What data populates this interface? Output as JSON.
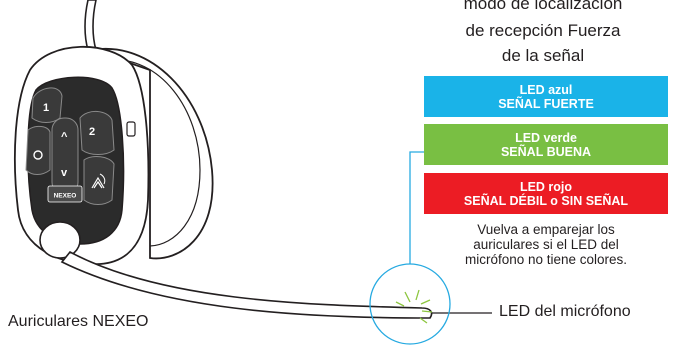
{
  "legend": {
    "title_line1": "modo de localización",
    "title_line2": "de recepción Fuerza",
    "title_line3": "de la señal",
    "leds": [
      {
        "line1": "LED azul",
        "line2": "SEÑAL FUERTE",
        "color": "#1ab3e8"
      },
      {
        "line1": "LED verde",
        "line2": "SEÑAL BUENA",
        "color": "#79bf43"
      },
      {
        "line1": "LED rojo",
        "line2": "SEÑAL DÉBIL o SIN SEÑAL",
        "color": "#ec1c24"
      }
    ],
    "note_line1": "Vuelva a emparejar los",
    "note_line2": "auriculares si el LED del",
    "note_line3": "micrófono no tiene colores."
  },
  "labels": {
    "headset": "Auriculares NEXEO",
    "mic_led": "LED del micrófono"
  },
  "headset": {
    "buttons": [
      "1",
      "2",
      "^",
      "v"
    ],
    "brand_badge": "NEXEO"
  },
  "colors": {
    "callout": "#27aae1",
    "mic_led": "#8dc63f",
    "line": "#231f20"
  }
}
